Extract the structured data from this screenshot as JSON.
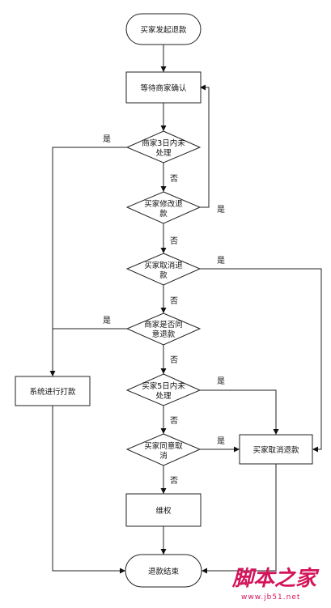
{
  "nodes": {
    "start": "买家发起退款",
    "wait_confirm": "等待商家确认",
    "d_3days": [
      "商家3日内未",
      "处理"
    ],
    "d_modify": [
      "买家修改退",
      "款"
    ],
    "d_cancel1": [
      "买家取消退",
      "款"
    ],
    "d_agree": [
      "商家是否同",
      "意退款"
    ],
    "d_5days": [
      "买家5日内未",
      "处理"
    ],
    "d_agree_cancel": [
      "买家同意取",
      "消"
    ],
    "system_pay": "系统进行打款",
    "buyer_cancel": "买家取消退款",
    "protect": "维权",
    "end": "退款结束"
  },
  "labels": {
    "yes": "是",
    "no": "否"
  },
  "watermark": {
    "main": "脚本之家",
    "url": "www.jb51.net"
  }
}
